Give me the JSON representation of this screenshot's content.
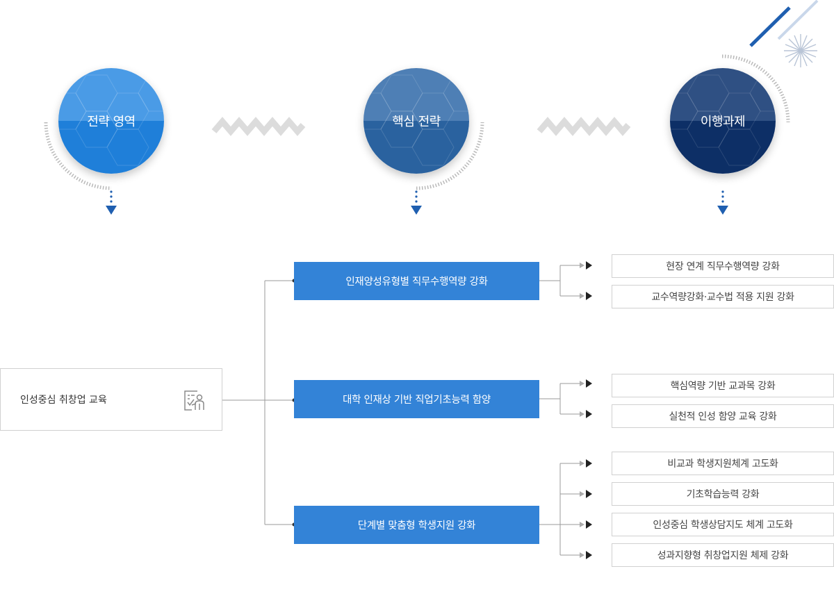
{
  "header": {
    "circles": [
      {
        "label": "전략 영역",
        "top_color": "#4a9be6",
        "bottom_color": "#1f7fd9"
      },
      {
        "label": "핵심 전략",
        "top_color": "#4e7fb5",
        "bottom_color": "#2a629f"
      },
      {
        "label": "이행과제",
        "top_color": "#2f5083",
        "bottom_color": "#0d2f66"
      }
    ]
  },
  "diagram": {
    "root": {
      "label": "인성중심 취창업 교육",
      "icon": "checklist-person-icon"
    },
    "strategies": [
      {
        "label": "인재양성유형별 직무수행역량 강화"
      },
      {
        "label": "대학 인재상 기반 직업기초능력 함양"
      },
      {
        "label": "단계별 맞춤형 학생지원 강화"
      }
    ],
    "tasks": [
      "현장 연계 직무수행역량 강화",
      "교수역량강화·교수법 적용 지원 강화",
      "핵심역량 기반 교과목 강화",
      "실천적 인성 함양 교육 강화",
      "비교과 학생지원체계 고도화",
      "기초학습능력 강화",
      "인성중심 학생상담지도 체계 고도화",
      "성과지향형 취창업지원 체제 강화"
    ]
  },
  "colors": {
    "accent_blue": "#3383d7",
    "arrow_blue": "#1f5fb0",
    "navy": "#0d2f66",
    "line_gray": "#9a9a9a",
    "border_gray": "#d0d0d0"
  }
}
